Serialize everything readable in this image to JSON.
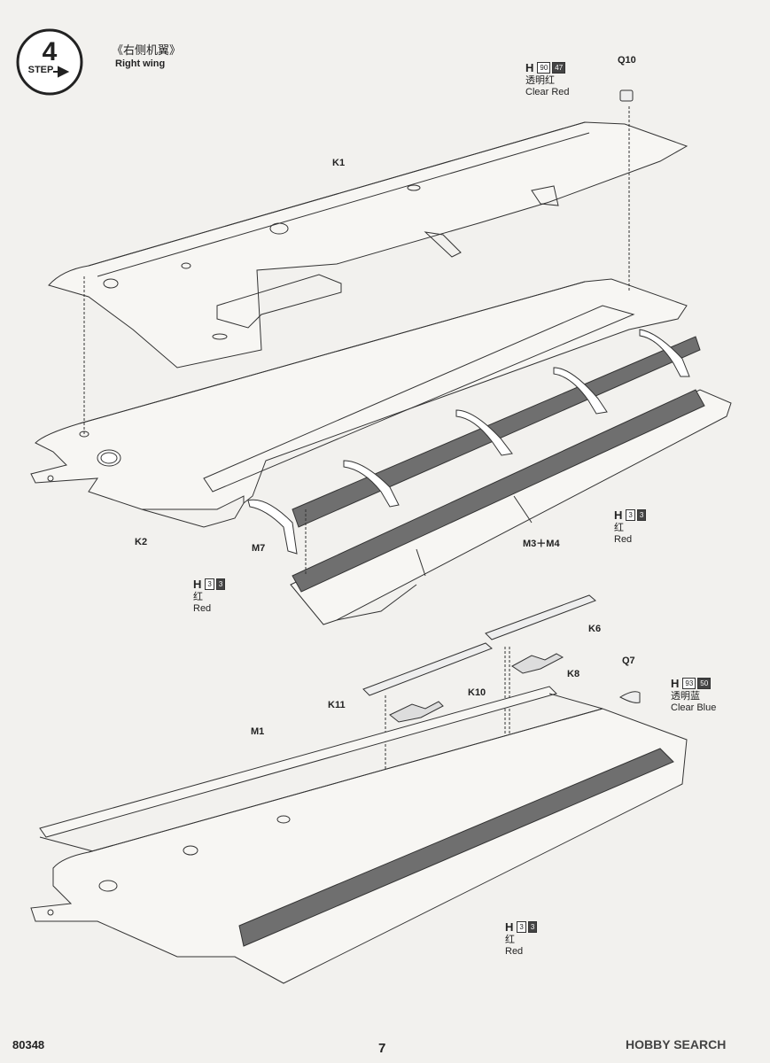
{
  "header": {
    "step_word": "STEP",
    "step_number": "4",
    "title_cn": "《右侧机翼》",
    "title_en": "Right wing"
  },
  "parts": {
    "k1": "K1",
    "k2": "K2",
    "m7": "M7",
    "m3m4": "M3＋M4",
    "q10": "Q10",
    "k6": "K6",
    "k8": "K8",
    "k10": "K10",
    "k11": "K11",
    "m1": "M1",
    "q7": "Q7"
  },
  "callouts": {
    "q10_paint": {
      "letter": "H",
      "code1": "90",
      "code2": "47",
      "cn": "透明红",
      "en": "Clear Red"
    },
    "red_right": {
      "letter": "H",
      "code1": "3",
      "code2": "3",
      "cn": "红",
      "en": "Red"
    },
    "red_left": {
      "letter": "H",
      "code1": "3",
      "code2": "3",
      "cn": "红",
      "en": "Red"
    },
    "q7_paint": {
      "letter": "H",
      "code1": "93",
      "code2": "50",
      "cn": "透明蓝",
      "en": "Clear Blue"
    },
    "red_bottom": {
      "letter": "H",
      "code1": "3",
      "code2": "3",
      "cn": "红",
      "en": "Red"
    }
  },
  "footer": {
    "product_code": "80348",
    "page_number": "7",
    "watermark": "HOBBY SEARCH"
  },
  "colors": {
    "paint_red_fill": "#6f6f6f",
    "line": "#333333",
    "paper": "#f2f1ee"
  }
}
